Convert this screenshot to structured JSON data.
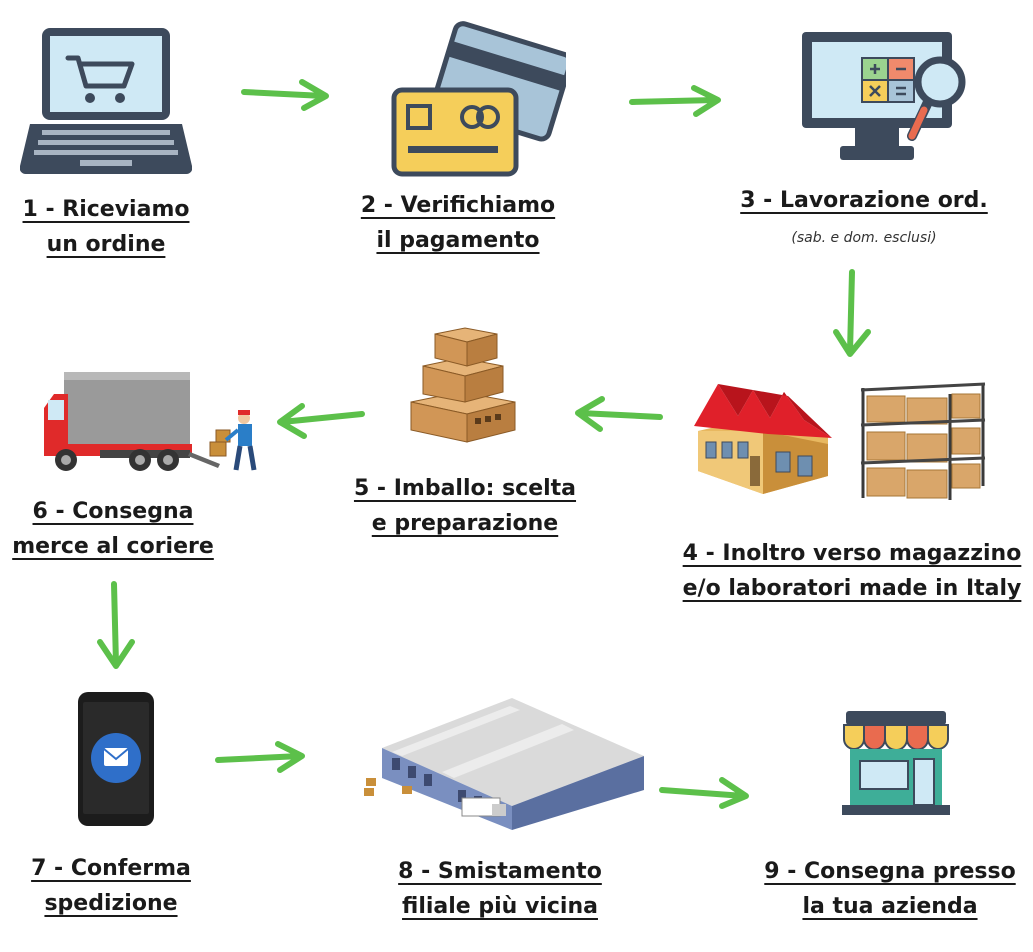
{
  "steps": [
    {
      "line1": "1 - Riceviamo",
      "line2": "un ordine"
    },
    {
      "line1": "2 - Verifichiamo",
      "line2": "il pagamento"
    },
    {
      "line1": "3 - Lavorazione ord.",
      "note": "(sab. e dom. esclusi)"
    },
    {
      "line1": "4 - Inoltro verso magazzino",
      "line2": "e/o laboratori made in Italy"
    },
    {
      "line1": "5 - Imballo: scelta",
      "line2": "e preparazione"
    },
    {
      "line1": "6 - Consegna",
      "line2": "merce al coriere"
    },
    {
      "line1": "7 - Conferma",
      "line2": "spedizione"
    },
    {
      "line1": "8 - Smistamento",
      "line2": "filiale più vicina"
    },
    {
      "line1": "9 - Consegna presso",
      "line2": "la tua azienda"
    }
  ],
  "colors": {
    "arrow": "#5cc04a",
    "text": "#1a1a1a"
  },
  "icons": [
    "laptop-cart-icon",
    "credit-card-icon",
    "calculator-monitor-icon",
    "factory-icon",
    "warehouse-shelf-icon",
    "boxes-icon",
    "delivery-truck-icon",
    "smartphone-mail-icon",
    "distribution-center-icon",
    "shop-icon"
  ]
}
